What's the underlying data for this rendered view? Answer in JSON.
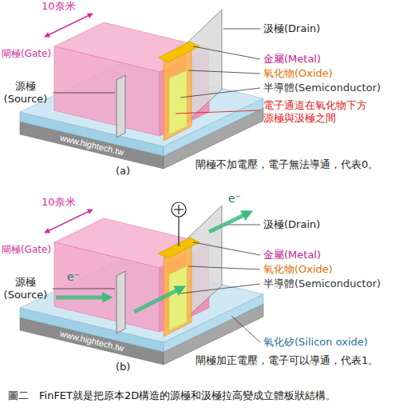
{
  "diagram": {
    "caption": "圖二　FinFET就是把原本2D構造的源極和汲極拉高變成立體板狀結構。",
    "labels": [
      "10奈米",
      "閘極(Gate)",
      "汲極(Drain)",
      "金屬(Metal)",
      "氧化物(Oxide)",
      "源極 (Source)",
      "半導體(Semiconductor)",
      "電子通道在氧化物下方 源極與汲極之間",
      "www.hightech.tw",
      "(a)",
      "閘極不加電壓，電子無法導通，代表0。",
      "10奈米",
      "e⁻",
      "汲極(Drain)",
      "閘極(Gate)",
      "金屬(Metal)",
      "氧化物(Oxide)",
      "e⁻",
      "源極 (Source)",
      "半導體(Semiconductor)",
      "氧化矽(Silicon oxide)",
      "www.hightech.tw",
      "(b)",
      "閘極加正電壓，電子可以導通，代表1。"
    ]
  }
}
